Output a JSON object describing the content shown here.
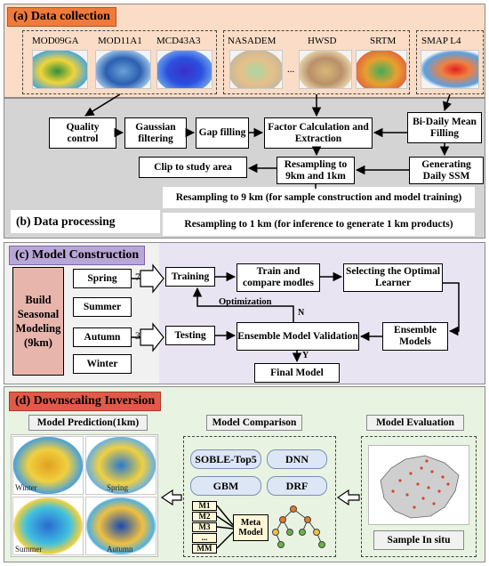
{
  "section_a": {
    "title": "(a) Data collection",
    "products": [
      "MOD09GA",
      "MOD11A1",
      "MCD43A3",
      "NASADEM",
      "HWSD",
      "SRTM",
      "SMAP L4"
    ],
    "ellipsis": "..."
  },
  "section_b": {
    "title": "(b) Data processing",
    "boxes": {
      "quality_control": "Quality control",
      "gaussian": "Gaussian filtering",
      "gap": "Gap filling",
      "factor": "Factor Calculation and Extraction",
      "bidaily": "Bi-Daily Mean Filling",
      "clip": "Clip to study area",
      "resample": "Resampling to 9km and 1km",
      "daily": "Generating Daily SSM"
    },
    "notes": [
      "Resampling  to  9 km (for sample construction and model training)",
      "Resampling  to 1 km (for inference to generate 1 km products)"
    ]
  },
  "section_c": {
    "title": "(c) Model Construction",
    "build": "Build Seasonal Modeling (9km)",
    "seasons": [
      "Spring",
      "Summer",
      "Autumn",
      "Winter"
    ],
    "pct_train": "70%",
    "pct_test": "30%",
    "training": "Training",
    "testing": "Testing",
    "train_compare": "Train and compare modles",
    "select": "Selecting the Optimal Learner",
    "ensemble_models": "Ensemble Models",
    "ensemble_validation": "Ensemble Model Validation",
    "final": "Final Model",
    "optimization": "Optimization",
    "n_label": "N",
    "y_label": "Y"
  },
  "section_d": {
    "title": "(d) Downscaling Inversion",
    "prediction_title": "Model Prediction(1km)",
    "comparison_title": "Model Comparison",
    "evaluation_title": "Model Evaluation",
    "map_labels": [
      "Winter",
      "Spring",
      "Summer",
      "Autumn"
    ],
    "models": [
      "SOBLE-Top5",
      "DNN",
      "GBM",
      "DRF"
    ],
    "meta_inputs": [
      "M1",
      "M2",
      "M3",
      "...",
      "MM"
    ],
    "meta_model": "Meta Model",
    "sample": "Sample In situ"
  },
  "colors": {
    "section_a_bg": "#fbdcc6",
    "section_b_bg": "#d4d4d4",
    "section_c_bg": "#e9e4f2",
    "section_d_bg": "#e9f3e2",
    "title_a_bg": "#f07a3a",
    "title_c_bg": "#b8a6d6",
    "title_d_bg": "#e05a4a",
    "season_panel_bg": "#e8b5ad",
    "arrow": "#000000"
  }
}
